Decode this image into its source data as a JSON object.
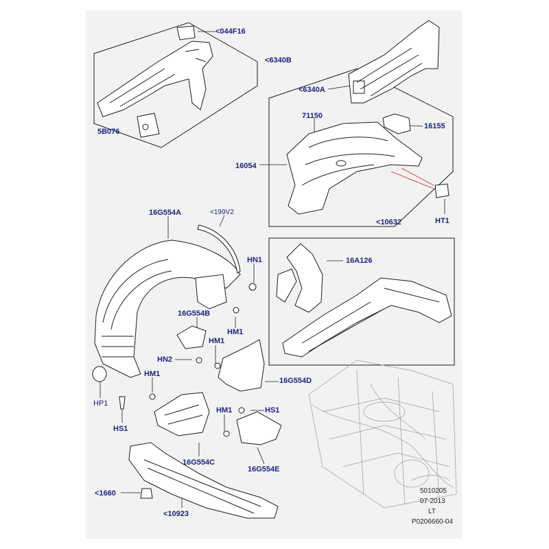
{
  "labels": {
    "l044F16": "<044F16",
    "l6340B": "<6340B",
    "l5B076": "5B076",
    "l6340A": "<6340A",
    "l71150": "71150",
    "l16155": "16155",
    "l16054": "16054",
    "lHT1": "HT1",
    "l16G554A": "16G554A",
    "l199V2": "<199V2",
    "l10632": "<10632",
    "lHN1": "HN1",
    "l16A126": "16A126",
    "l16G554B": "16G554B",
    "lHM1a": "HM1",
    "lHM1b": "HM1",
    "lHN2": "HN2",
    "lHM1c": "HM1",
    "l16G554D": "16G554D",
    "lHP1": "HP1",
    "lHM1d": "HM1",
    "lHS1a": "HS1",
    "lHS1b": "HS1",
    "l16G554C": "16G554C",
    "l16G554E": "16G554E",
    "l1660": "<1660",
    "l10923": "<10923"
  },
  "footer": {
    "code": "5010205",
    "date": "07-2013",
    "side": "LT",
    "ref": "P0206660-04"
  },
  "colors": {
    "label": "#1a237e",
    "sheet": "#f2f2f2",
    "line": "#1a1a1a"
  }
}
